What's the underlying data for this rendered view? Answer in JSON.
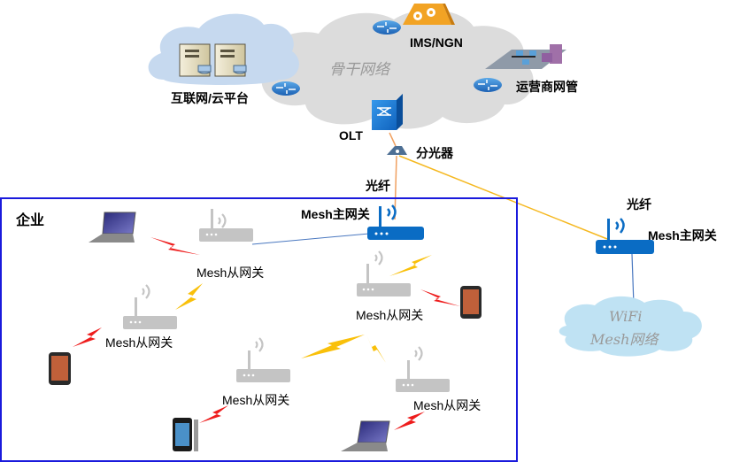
{
  "diagram": {
    "backbone": {
      "label": "骨干网络"
    },
    "internet_cloud": {
      "label": "互联网/云平台"
    },
    "ims": {
      "label": "IMS/NGN"
    },
    "nms": {
      "label": "运营商网管"
    },
    "olt": {
      "label": "OLT"
    },
    "splitter": {
      "label": "分光器"
    },
    "fiber_label_enterprise": "光纤",
    "fiber_label_home": "光纤",
    "enterprise": {
      "title": "企业",
      "main_gateway": {
        "label": "Mesh主网关"
      },
      "slave_gateways": [
        {
          "label": "Mesh从网关"
        },
        {
          "label": "Mesh从网关"
        },
        {
          "label": "Mesh从网关"
        },
        {
          "label": "Mesh从网关"
        },
        {
          "label": "Mesh从网关"
        }
      ]
    },
    "home": {
      "main_gateway": {
        "label": "Mesh主网关"
      },
      "wifi_cloud": {
        "line1": "WiFi",
        "line2": "Mesh网络"
      }
    },
    "colors": {
      "enterprise_border": "#1a1adc",
      "gateway_blue": "#0a6cc4",
      "slave_gray": "#c4c4c4",
      "fiber_orange": "#f0a060",
      "fiber_yellow": "#f5b820",
      "wireless_red": "#ee1c1c",
      "wireless_yellow": "#f9c00a",
      "backbone_cloud": "#dcdcdc",
      "internet_cloud": "#c4d8ee",
      "wifi_cloud": "#bfe2f3"
    }
  }
}
